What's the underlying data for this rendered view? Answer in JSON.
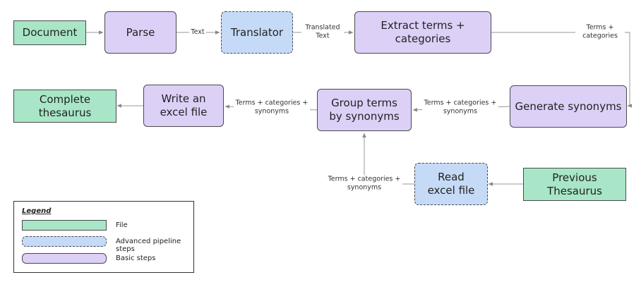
{
  "nodes": {
    "document": "Document",
    "parse": "Parse",
    "translator": "Translator",
    "extract": "Extract terms + categories",
    "generate": "Generate synonyms",
    "group": "Group terms by synonyms",
    "write_excel": "Write an excel file",
    "complete_thesaurus": "Complete thesaurus",
    "read_excel": "Read excel file",
    "previous_thesaurus": "Previous Thesaurus"
  },
  "edges": {
    "parse_to_translator": "Text",
    "translator_to_extract": "Translated Text",
    "extract_to_generate": "Terms + categories",
    "generate_to_group": "Terms + categories + synonyms",
    "group_to_write": "Terms + categories + synonyms",
    "read_to_group": "Terms + categories + synonyms"
  },
  "legend": {
    "title": "Legend",
    "items": [
      {
        "label": "File",
        "kind": "file"
      },
      {
        "label": "Advanced pipeline steps",
        "kind": "advanced"
      },
      {
        "label": "Basic steps",
        "kind": "basic"
      }
    ]
  },
  "colors": {
    "file": "#a8e6c7",
    "basic": "#ddd0f7",
    "advanced": "#c5daf6",
    "edge": "#999999"
  }
}
